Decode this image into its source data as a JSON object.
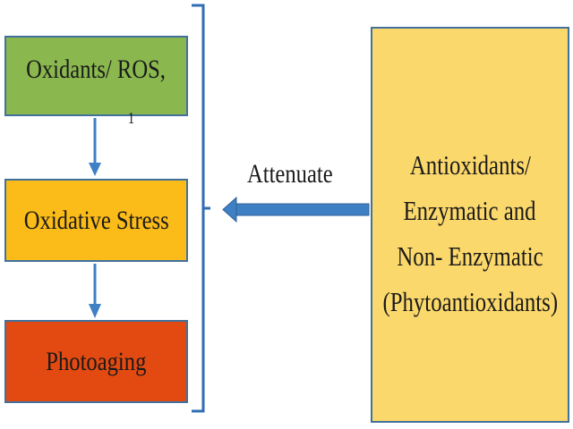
{
  "boxes": {
    "oxidants": {
      "label": "Oxidants/ ROS,",
      "mark": "1",
      "color": "#8ab84e"
    },
    "stress": {
      "label": "Oxidative Stress",
      "color": "#fbbb18"
    },
    "photoaging": {
      "label": "Photoaging",
      "color": "#e34a12"
    },
    "antioxidants": {
      "lines": [
        "Antioxidants/",
        "Enzymatic and",
        "Non- Enzymatic",
        "(Phytoantioxidants)"
      ],
      "color": "#fbd86b"
    }
  },
  "arrow_label": "Attenuate",
  "colors": {
    "arrow": "#3f7fc4",
    "bracket": "#2f6db4",
    "box_border": "#41719c"
  }
}
